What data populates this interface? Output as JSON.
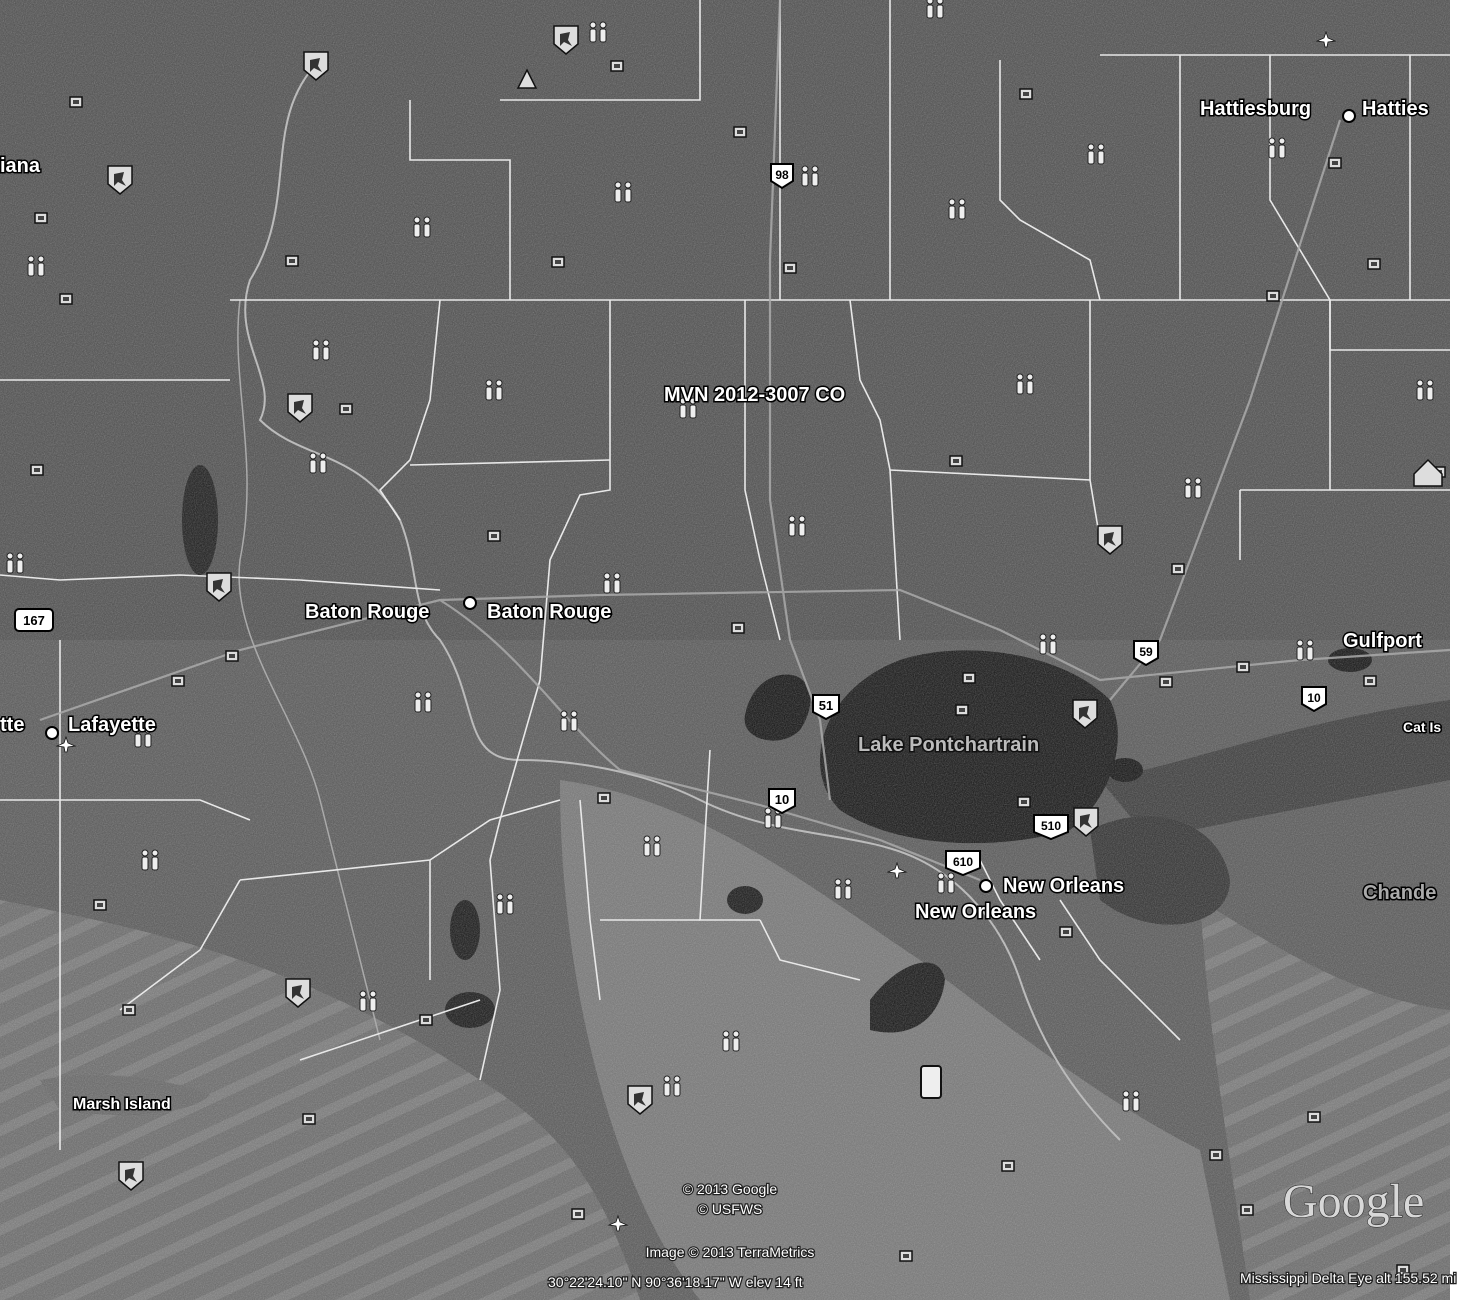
{
  "map": {
    "places": [
      {
        "name": "Hattiesburg",
        "type": "city-label"
      },
      {
        "name": "Hatties",
        "type": "city-label-clipped"
      },
      {
        "name": "iana",
        "type": "state-label-clipped"
      },
      {
        "name": "MVN 2012-3007 CO",
        "type": "placemark-label"
      },
      {
        "name": "Baton Rouge",
        "type": "city-label"
      },
      {
        "name": "Baton Rouge",
        "type": "city-label"
      },
      {
        "name": "Gulfport",
        "type": "city-label"
      },
      {
        "name": "tte",
        "type": "city-label-clipped"
      },
      {
        "name": "Lafayette",
        "type": "city-label"
      },
      {
        "name": "Lake Pontchartrain",
        "type": "water-label"
      },
      {
        "name": "Cat Is",
        "type": "island-label-clipped"
      },
      {
        "name": "New Orleans",
        "type": "city-label"
      },
      {
        "name": "New Orleans",
        "type": "city-label"
      },
      {
        "name": "Chande",
        "type": "island-label-clipped"
      },
      {
        "name": "Marsh Island",
        "type": "island-label"
      }
    ],
    "shields": [
      "98",
      "167",
      "51",
      "10",
      "510",
      "610",
      "59",
      "10"
    ],
    "copyright": [
      "© 2013 Google",
      "© USFWS",
      "Image © 2013 TerraMetrics"
    ],
    "status_bar": {
      "coords": "30°22'24.10\" N  90°36'18.17\" W  elev   14 ft",
      "eye_alt": "Mississippi Delta  Eye alt  155.52 mi"
    },
    "logo": "Google",
    "colors": {
      "land": "#5a5a5a",
      "water": "#111111",
      "gulf": "#6e6e6e",
      "border": "#e8e8e8"
    },
    "icons": [
      "people-icon",
      "wildlife-refuge-icon",
      "blank-marker-icon",
      "airport-icon",
      "city-dot-icon",
      "school-icon"
    ]
  }
}
